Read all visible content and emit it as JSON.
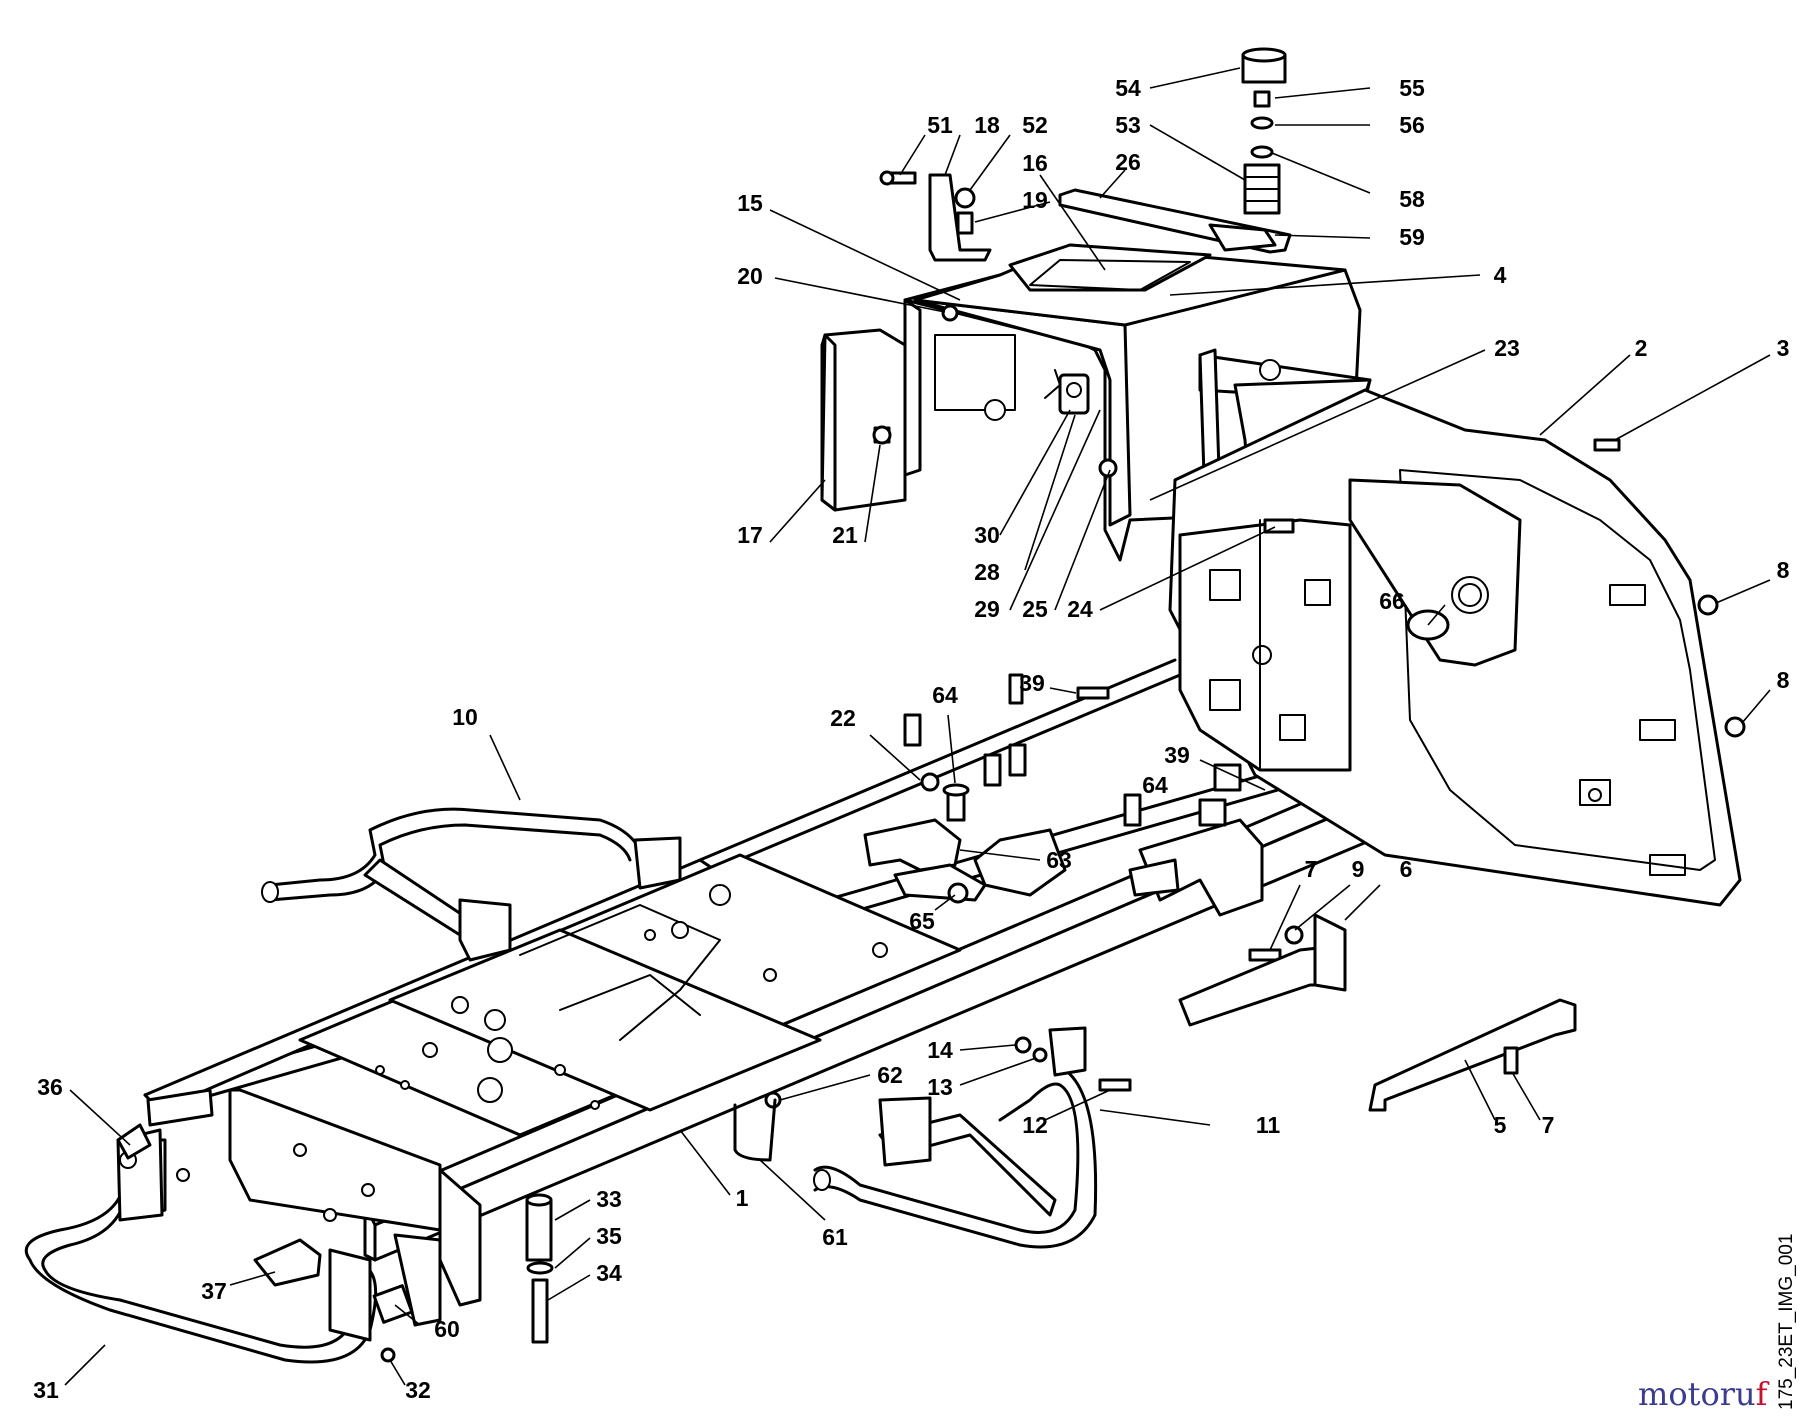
{
  "diagram": {
    "labels": [
      "54",
      "55",
      "56",
      "53",
      "58",
      "26",
      "59",
      "51",
      "18",
      "52",
      "16",
      "19",
      "15",
      "4",
      "20",
      "23",
      "2",
      "3",
      "17",
      "21",
      "30",
      "28",
      "29",
      "25",
      "24",
      "8",
      "66",
      "39",
      "64",
      "22",
      "10",
      "63",
      "65",
      "7",
      "9",
      "6",
      "14",
      "13",
      "62",
      "12",
      "11",
      "36",
      "1",
      "33",
      "35",
      "34",
      "37",
      "60",
      "61",
      "5",
      "31",
      "32"
    ],
    "image_code": "175_23ET_IMG_001",
    "watermark": {
      "part1": "motoru",
      "part2": "f",
      "color1": "#3b3b8f",
      "color2": "#c8102e"
    }
  }
}
